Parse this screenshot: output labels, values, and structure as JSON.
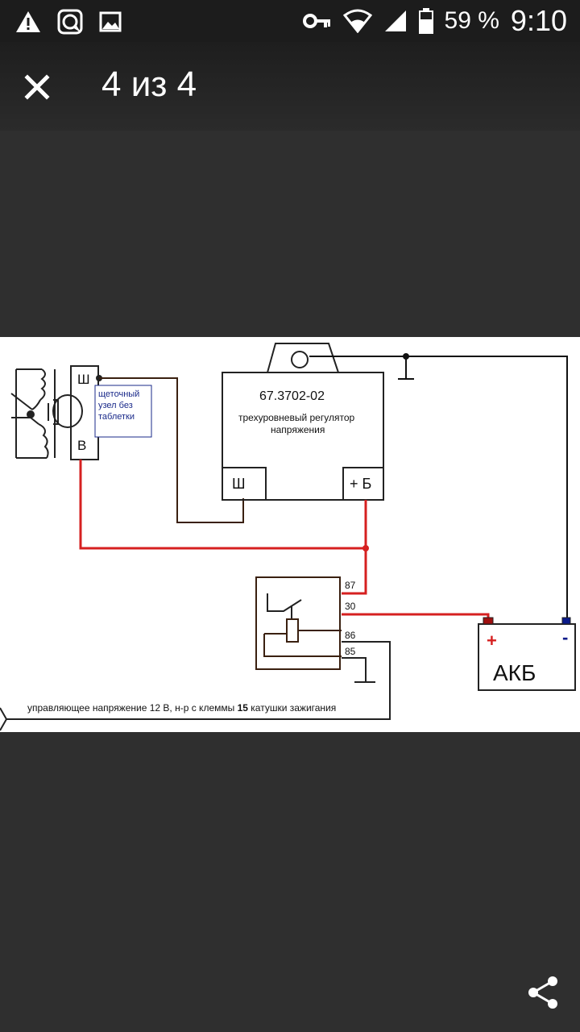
{
  "status_bar": {
    "battery_percent": "59 %",
    "time": "9:10",
    "icons": [
      "warning-icon",
      "app-notification-icon",
      "image-notification-icon",
      "key-icon",
      "wifi-icon",
      "signal-icon",
      "battery-icon"
    ]
  },
  "header": {
    "title": "4 из 4",
    "close_icon": "close-icon"
  },
  "diagram": {
    "generator_terminal_sh": "Ш",
    "generator_terminal_v": "В",
    "brush_note": "щеточный узел без таблетки",
    "regulator_model": "67.3702-02",
    "regulator_desc_line1": "трехуровневый регулятор",
    "regulator_desc_line2": "напряжения",
    "regulator_terminal_sh": "Ш",
    "regulator_terminal_b": "+ Б",
    "relay_pin_87": "87",
    "relay_pin_30": "30",
    "relay_pin_86": "86",
    "relay_pin_85": "85",
    "battery_label": "АКБ",
    "battery_plus": "+",
    "battery_minus": "-",
    "control_text_a": "управляющее напряжение  12 В,  н-р с клеммы ",
    "control_text_15": "15",
    "control_text_b": " катушки зажигания",
    "colors": {
      "power_wire": "#d62020",
      "wire": "#3a2010",
      "note_border": "#1a2a8a"
    }
  },
  "footer": {
    "share_icon": "share-icon"
  }
}
